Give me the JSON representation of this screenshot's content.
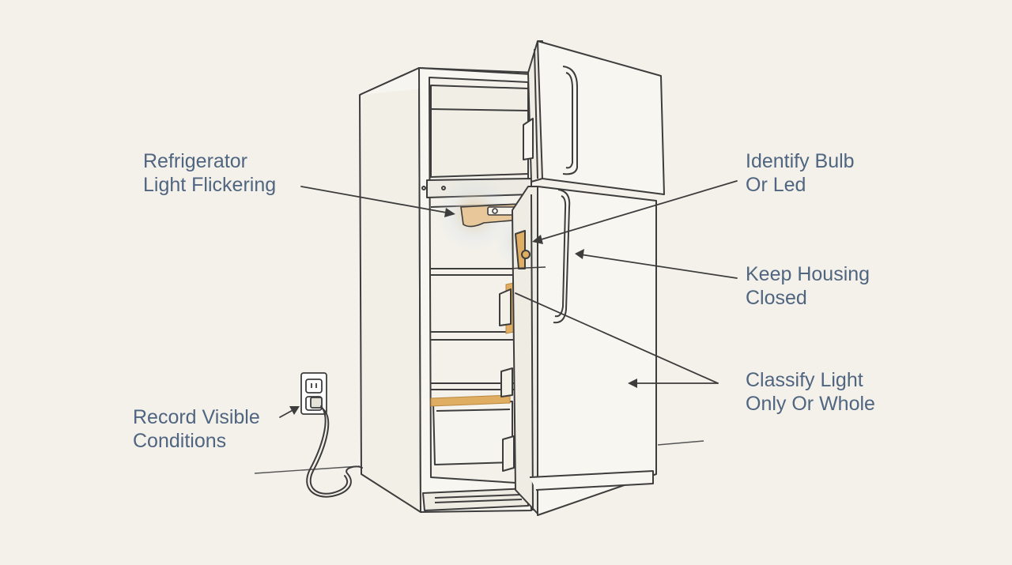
{
  "labels": {
    "light_flickering": [
      "Refrigerator",
      "Light Flickering"
    ],
    "identify_bulb": [
      "Identify Bulb",
      "Or Led"
    ],
    "keep_housing": [
      "Keep Housing",
      "Closed"
    ],
    "classify_light": [
      "Classify Light",
      "Only Or Whole"
    ],
    "record_conditions": [
      "Record Visible",
      "Conditions"
    ]
  },
  "colors": {
    "background": "#f4f1ea",
    "line": "#3d3d3d",
    "label": "#4f6580",
    "glow": "#e6b46a",
    "wall_outlet": "#ffffff"
  }
}
